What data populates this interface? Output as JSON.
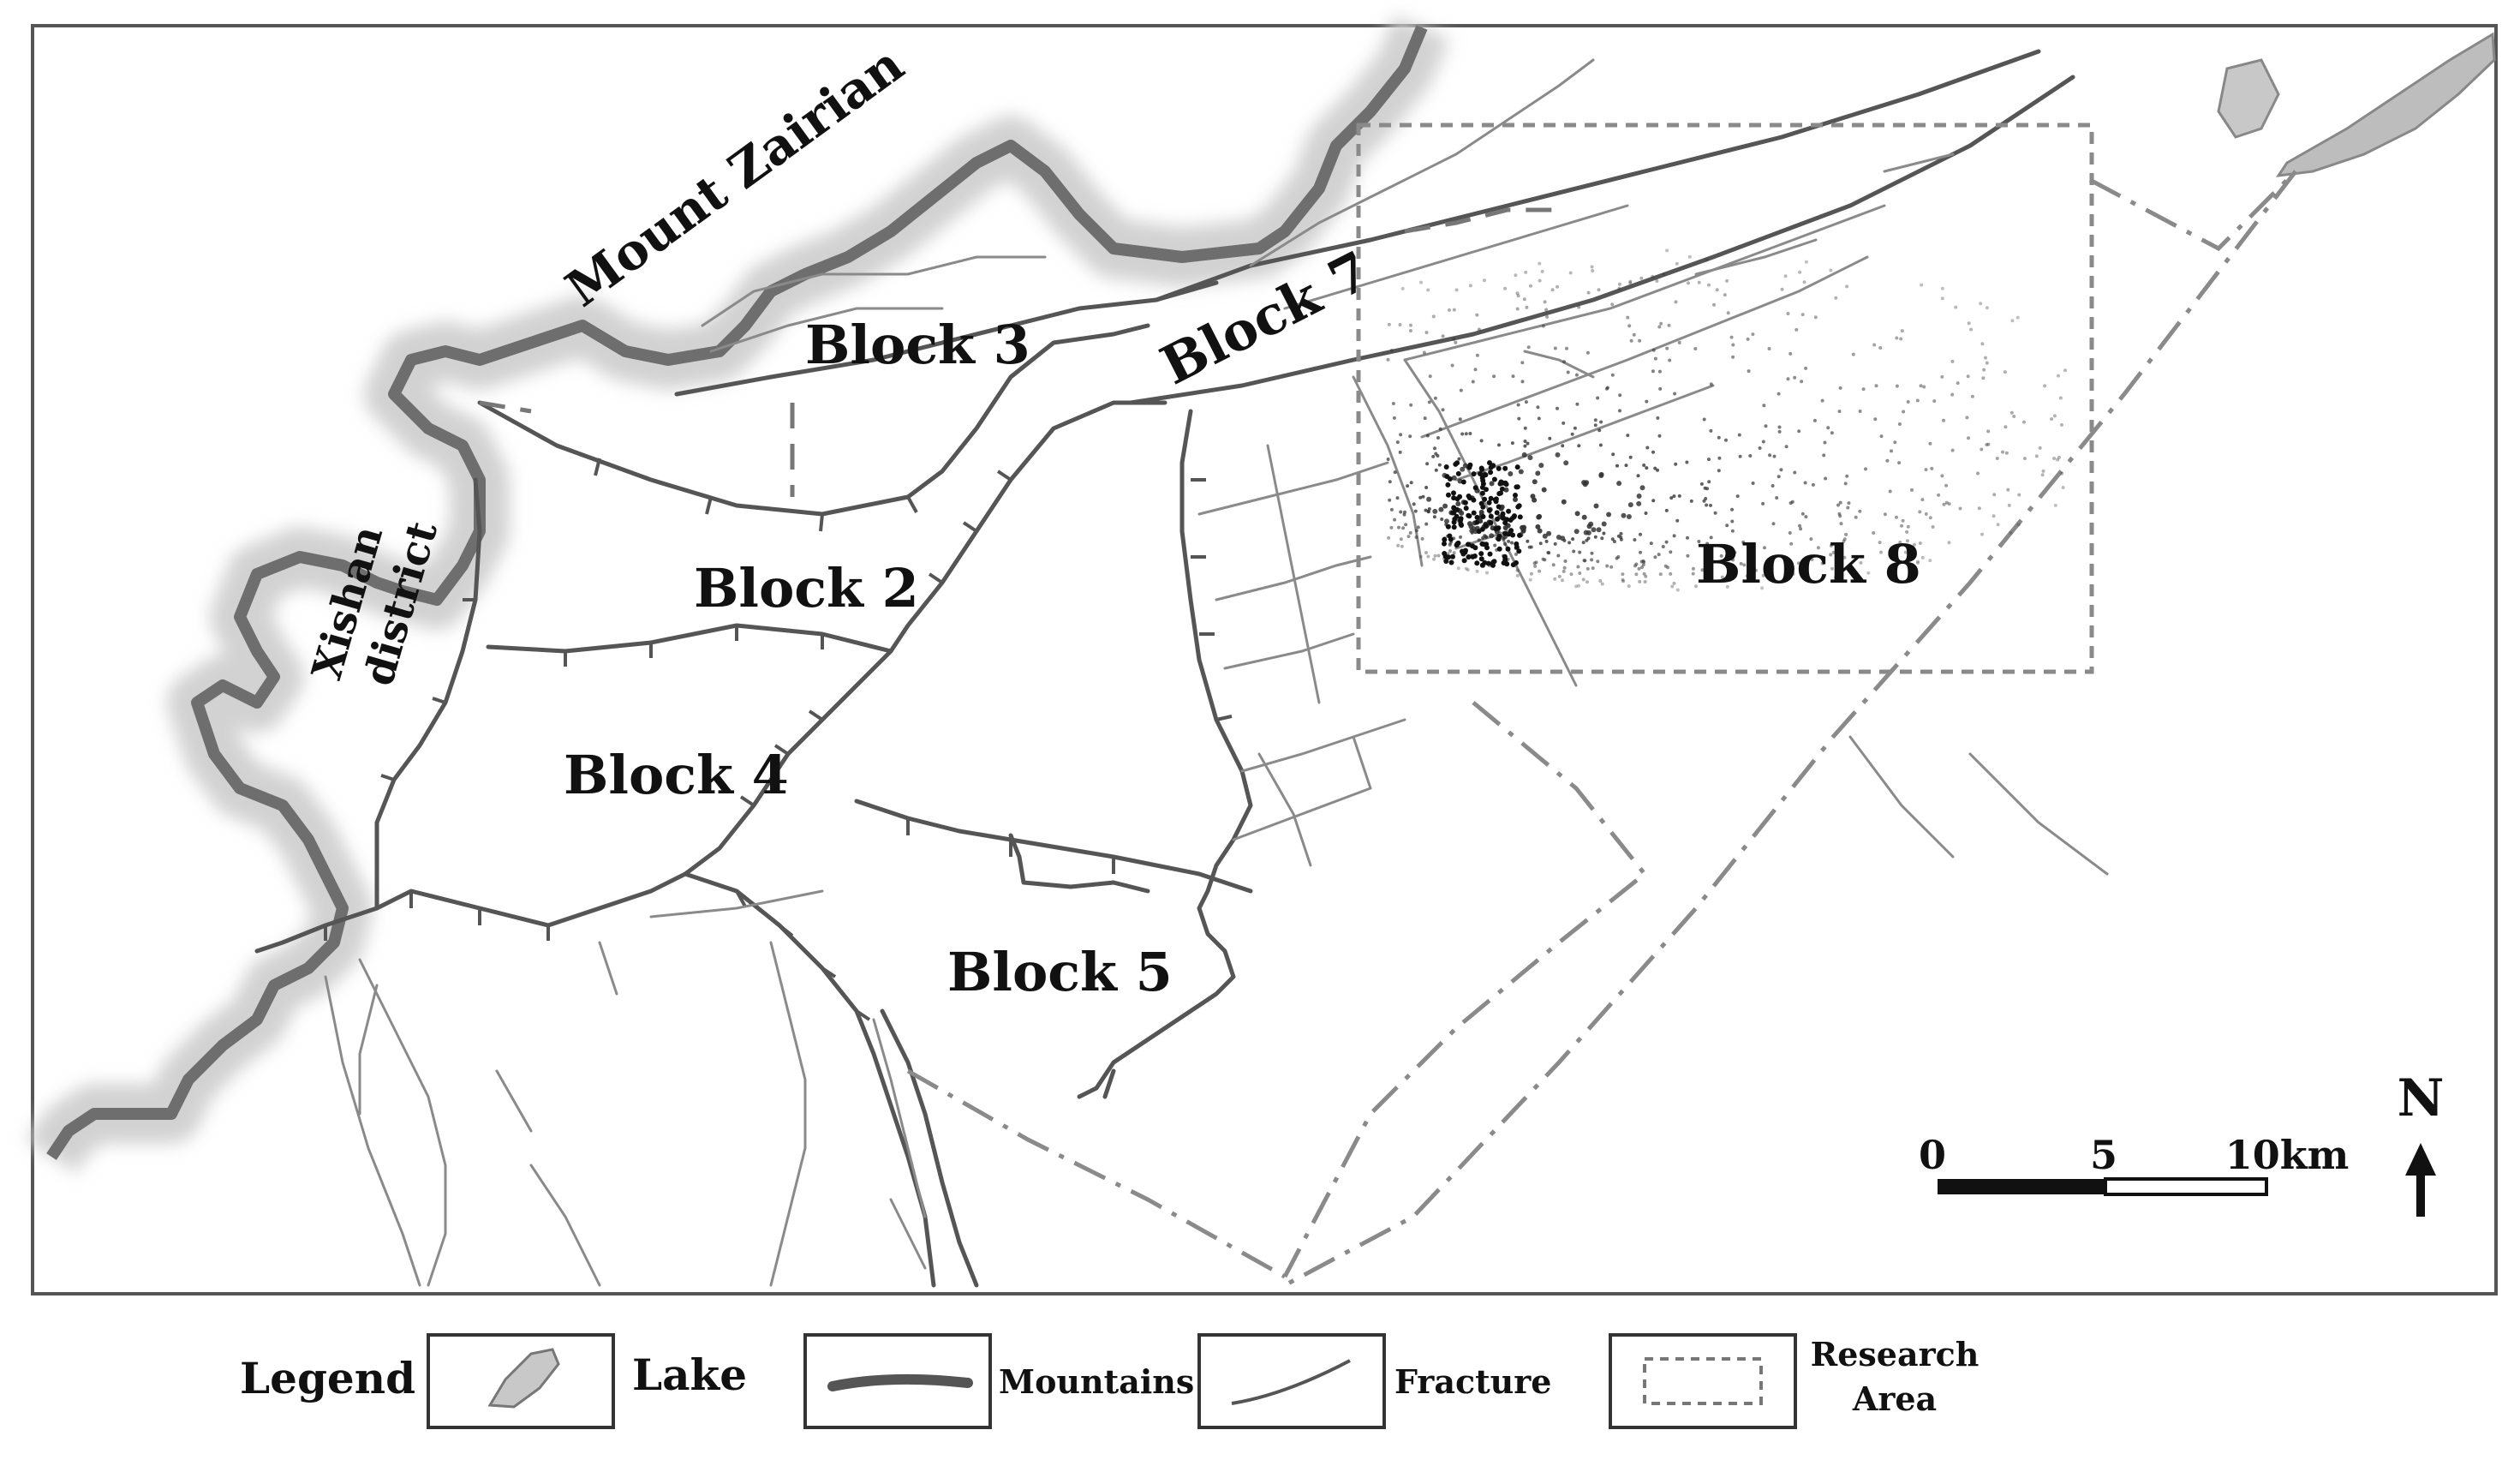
{
  "labels": {
    "mountain": "Mount Zairian",
    "district": "Xishan\ndistrict",
    "block3": "Block 3",
    "block7": "Block 7",
    "block2": "Block 2",
    "block4": "Block 4",
    "block5": "Block 5",
    "block8": "Block 8"
  },
  "scale": {
    "tick_0": "0",
    "tick_5": "5",
    "tick_10": "10km"
  },
  "north": "N",
  "legend": {
    "title": "Legend",
    "lake": "Lake",
    "mountains": "Mountains",
    "fracture": "Fracture",
    "research_area_line1": "Research",
    "research_area_line2": "Area"
  },
  "colors": {
    "mountain_ridge": "#6e6e6e",
    "mountain_shadow": "#d6d6d6",
    "fracture": "#7d7d7d",
    "research_area": "#8a8a8a",
    "lake_fill": "#c8c8c8"
  }
}
